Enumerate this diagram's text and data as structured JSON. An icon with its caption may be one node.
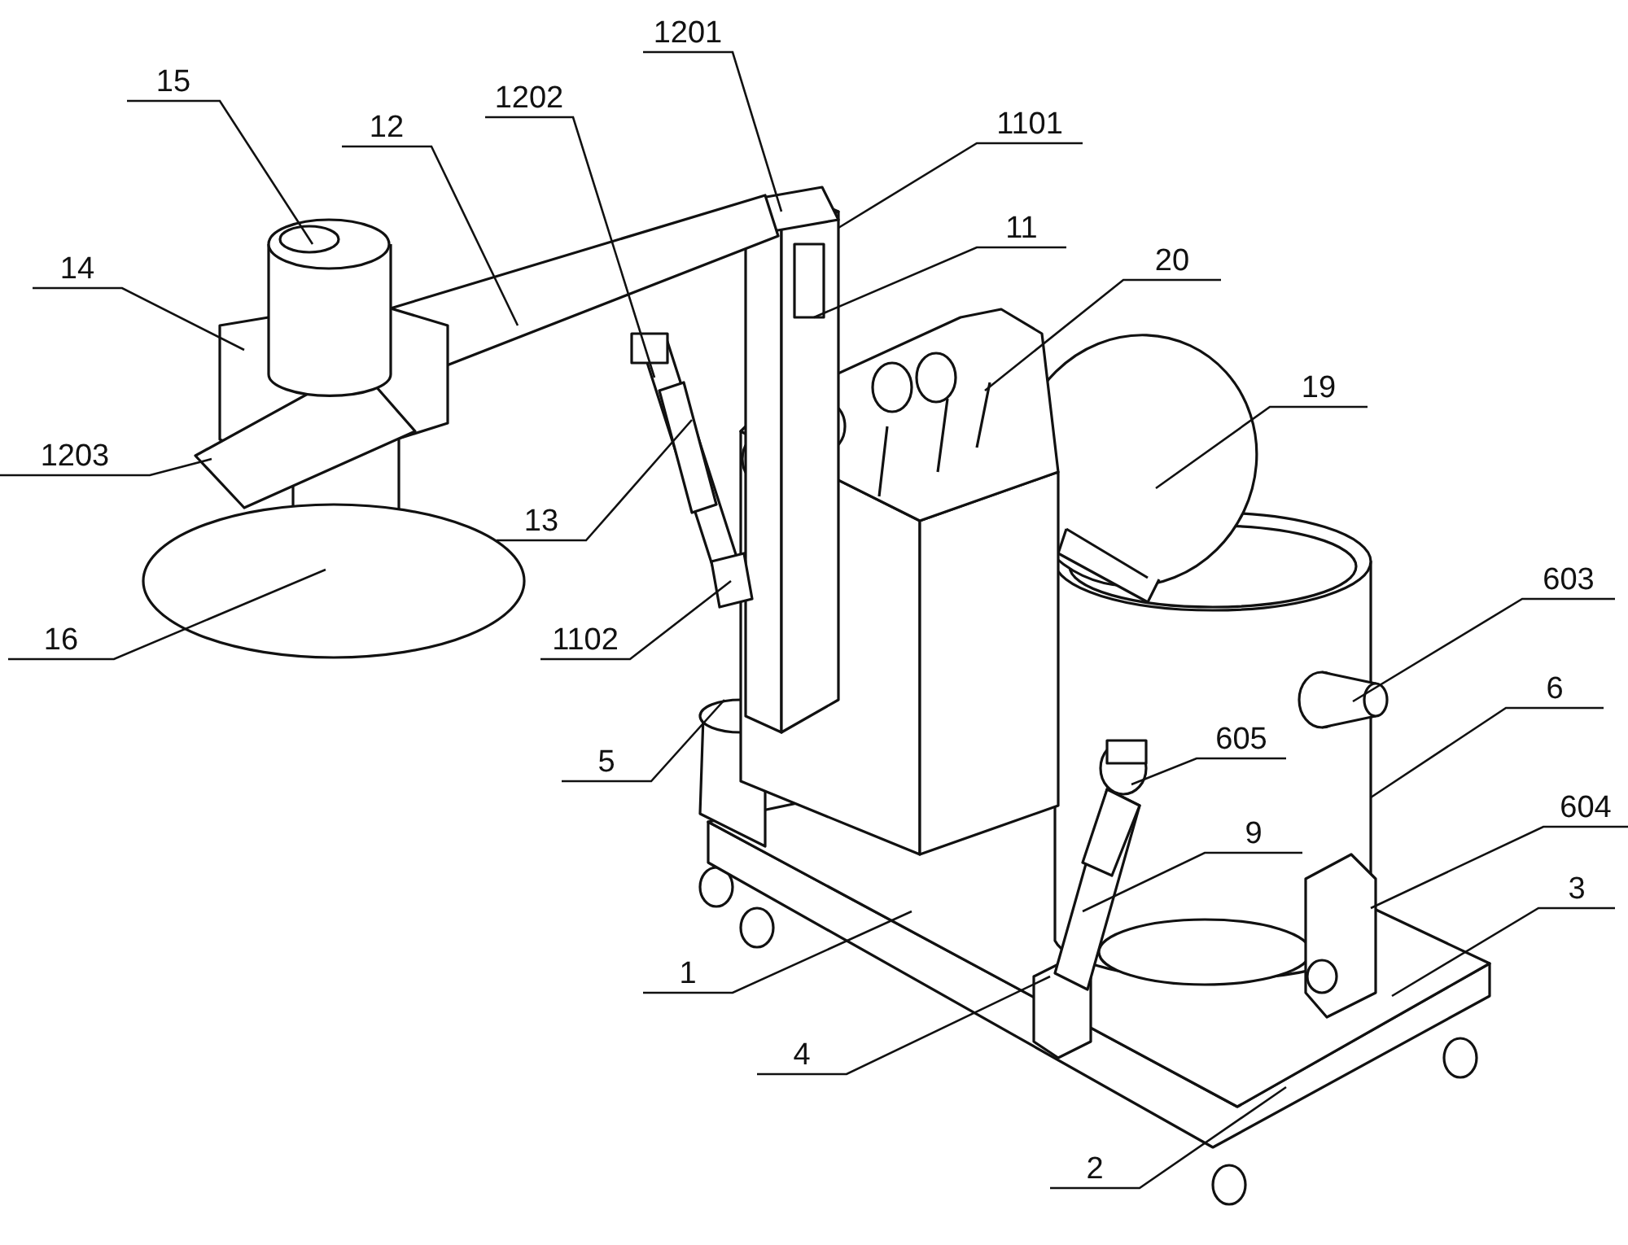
{
  "diagram": {
    "nodes": [
      {
        "text": [
          "1201"
        ]
      },
      {
        "text": [
          "15"
        ]
      },
      {
        "text": [
          "1202"
        ]
      },
      {
        "text": [
          "1101"
        ]
      },
      {
        "text": [
          "12"
        ]
      },
      {
        "text": [
          "11"
        ]
      },
      {
        "text": [
          "20"
        ]
      },
      {
        "text": [
          "14"
        ]
      },
      {
        "text": [
          "19"
        ]
      },
      {
        "text": [
          "1203"
        ]
      },
      {
        "text": [
          "13"
        ]
      },
      {
        "text": [
          "603"
        ]
      },
      {
        "text": [
          "16"
        ]
      },
      {
        "text": [
          "1102"
        ]
      },
      {
        "text": [
          "6"
        ]
      },
      {
        "text": [
          "605"
        ]
      },
      {
        "text": [
          "5"
        ]
      },
      {
        "text": [
          "604"
        ]
      },
      {
        "text": [
          "9"
        ]
      },
      {
        "text": [
          "3"
        ]
      },
      {
        "text": [
          "1"
        ]
      },
      {
        "text": [
          "4"
        ]
      },
      {
        "text": [
          "2"
        ]
      }
    ],
    "edges": [
      {
        "from": 0,
        "to": null,
        "arrow": "none"
      },
      {
        "from": 1,
        "to": null,
        "arrow": "none"
      },
      {
        "from": 2,
        "to": null,
        "arrow": "none"
      },
      {
        "from": 3,
        "to": null,
        "arrow": "none"
      },
      {
        "from": 4,
        "to": null,
        "arrow": "none"
      },
      {
        "from": 5,
        "to": null,
        "arrow": "none"
      },
      {
        "from": 6,
        "to": null,
        "arrow": "none"
      },
      {
        "from": 7,
        "to": null,
        "arrow": "none"
      },
      {
        "from": 8,
        "to": null,
        "arrow": "none"
      },
      {
        "from": 9,
        "to": null,
        "arrow": "none"
      },
      {
        "from": 10,
        "to": null,
        "arrow": "none"
      },
      {
        "from": 11,
        "to": null,
        "arrow": "none"
      },
      {
        "from": 12,
        "to": null,
        "arrow": "none"
      },
      {
        "from": 13,
        "to": null,
        "arrow": "none"
      },
      {
        "from": 14,
        "to": null,
        "arrow": "none"
      },
      {
        "from": 15,
        "to": null,
        "arrow": "none"
      },
      {
        "from": 16,
        "to": null,
        "arrow": "none"
      },
      {
        "from": 17,
        "to": null,
        "arrow": "none"
      },
      {
        "from": 18,
        "to": null,
        "arrow": "none"
      },
      {
        "from": 19,
        "to": null,
        "arrow": "none"
      },
      {
        "from": 20,
        "to": null,
        "arrow": "none"
      },
      {
        "from": 21,
        "to": null,
        "arrow": "none"
      },
      {
        "from": 22,
        "to": null,
        "arrow": "none"
      }
    ]
  }
}
